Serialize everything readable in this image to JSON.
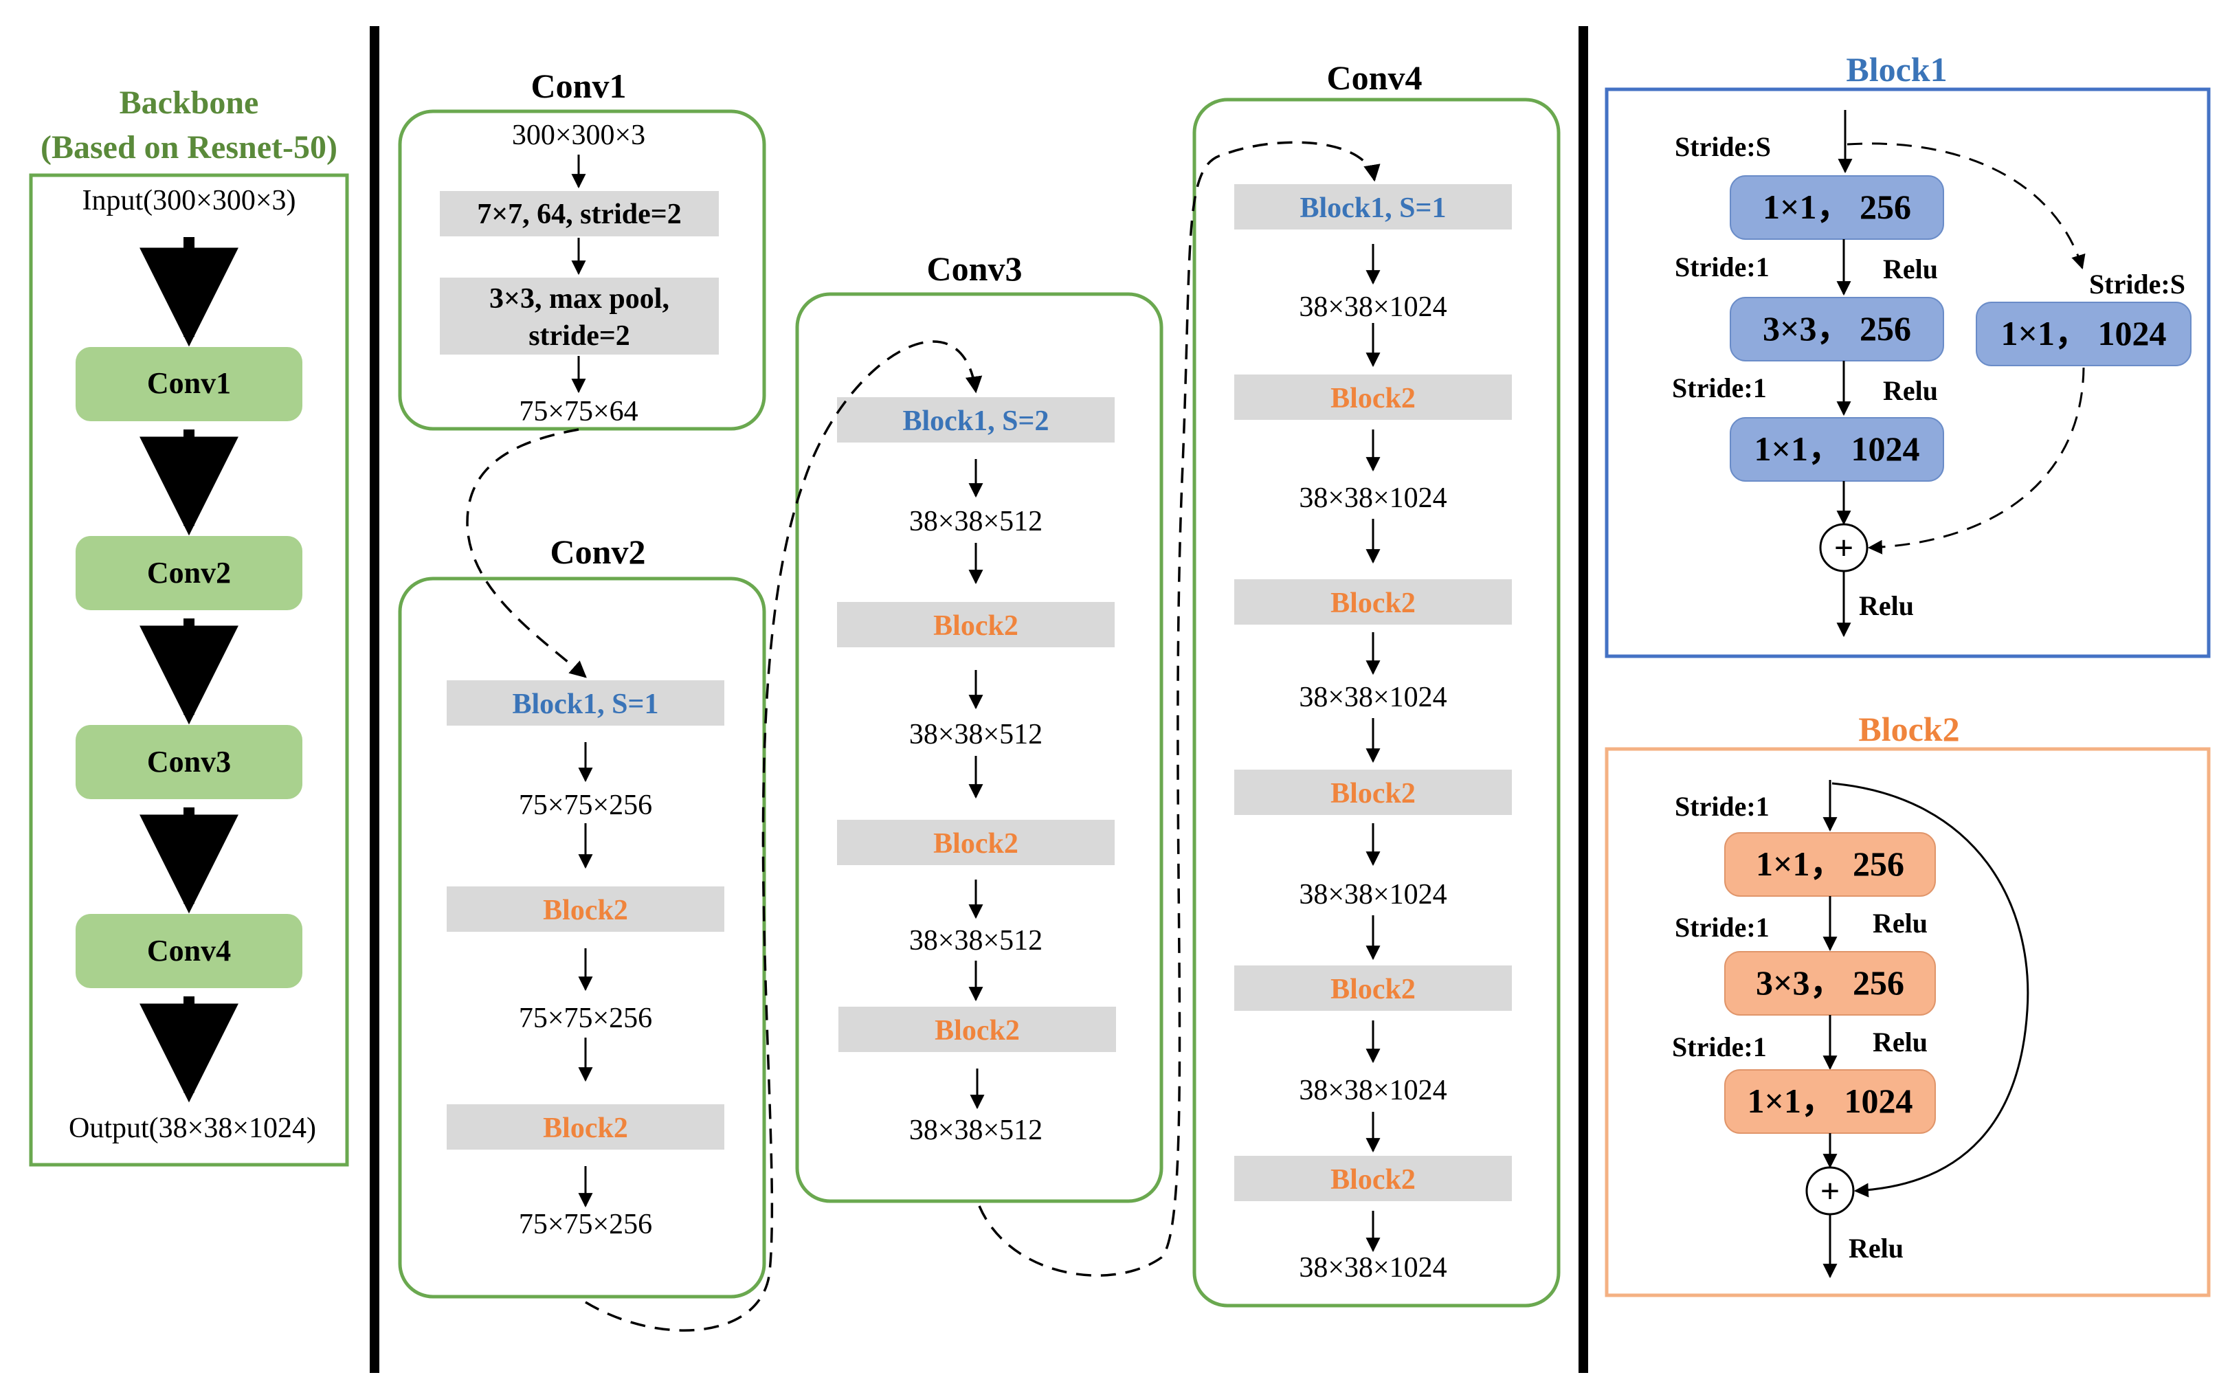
{
  "backbone": {
    "title_line1": "Backbone",
    "title_line2": "(Based on Resnet-50)",
    "input": "Input(300×300×3)",
    "output": "Output(38×38×1024)",
    "stages": [
      "Conv1",
      "Conv2",
      "Conv3",
      "Conv4"
    ]
  },
  "conv1": {
    "title": "Conv1",
    "input_dim": "300×300×3",
    "op1": "7×7, 64, stride=2",
    "op2_line1": "3×3, max pool,",
    "op2_line2": "stride=2",
    "output_dim": "75×75×64"
  },
  "conv2": {
    "title": "Conv2",
    "blocks": [
      "Block1, S=1",
      "Block2",
      "Block2"
    ],
    "dims": [
      "75×75×256",
      "75×75×256",
      "75×75×256"
    ]
  },
  "conv3": {
    "title": "Conv3",
    "blocks": [
      "Block1, S=2",
      "Block2",
      "Block2",
      "Block2"
    ],
    "dims": [
      "38×38×512",
      "38×38×512",
      "38×38×512",
      "38×38×512"
    ]
  },
  "conv4": {
    "title": "Conv4",
    "blocks": [
      "Block1, S=1",
      "Block2",
      "Block2",
      "Block2",
      "Block2",
      "Block2"
    ],
    "dims": [
      "38×38×1024",
      "38×38×1024",
      "38×38×1024",
      "38×38×1024",
      "38×38×1024",
      "38×38×1024"
    ]
  },
  "block1": {
    "title": "Block1",
    "layers": [
      "1×1， 256",
      "3×3， 256",
      "1×1， 1024"
    ],
    "shortcut": "1×1， 1024",
    "strides": [
      "Stride:S",
      "Stride:1",
      "Stride:1"
    ],
    "shortcut_stride": "Stride:S",
    "relu": "Relu",
    "plus": "+"
  },
  "block2": {
    "title": "Block2",
    "layers": [
      "1×1， 256",
      "3×3， 256",
      "1×1， 1024"
    ],
    "strides": [
      "Stride:1",
      "Stride:1",
      "Stride:1"
    ],
    "relu": "Relu",
    "plus": "+"
  },
  "colors": {
    "green": "#6aa84f",
    "green_fill": "#a9d18e",
    "blue": "#4472c4",
    "blue_fill": "#8faadc",
    "orange": "#f4b183",
    "orange_fill": "#f8b48c",
    "gray_fill": "#d9d9d9"
  }
}
